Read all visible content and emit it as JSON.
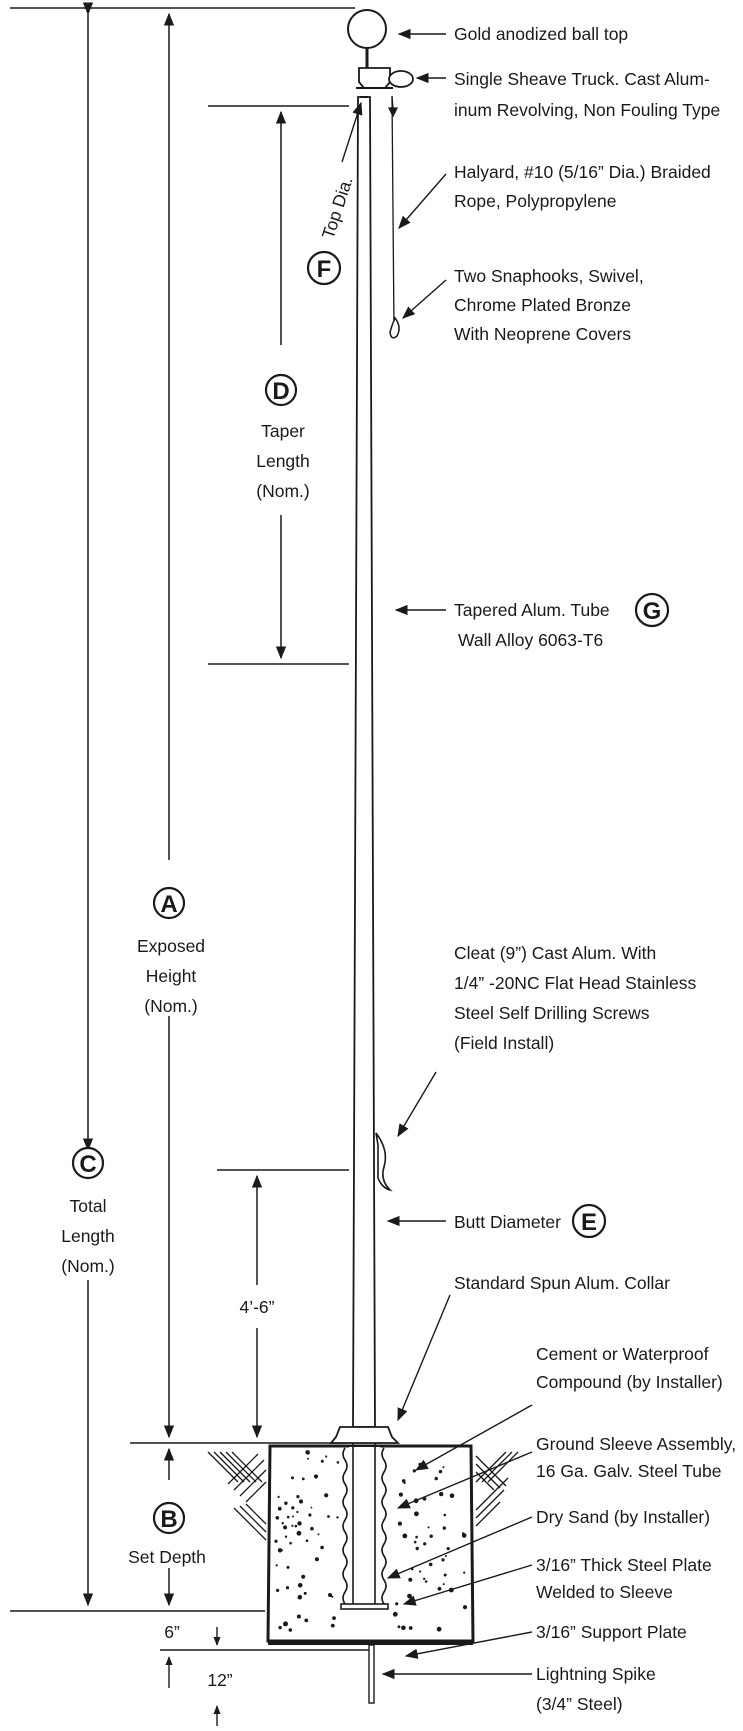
{
  "callouts": {
    "ball_top": [
      "Gold anodized ball top"
    ],
    "truck": [
      "Single Sheave Truck. Cast Alum-",
      "inum Revolving, Non Fouling Type"
    ],
    "halyard": [
      "Halyard, #10 (5/16” Dia.) Braided",
      "Rope, Polypropylene"
    ],
    "snaphooks": [
      "Two Snaphooks, Swivel,",
      "Chrome Plated Bronze",
      "With Neoprene Covers"
    ],
    "tube": [
      "Tapered Alum. Tube",
      "Wall Alloy 6063-T6"
    ],
    "cleat": [
      "Cleat (9”) Cast Alum. With",
      "1/4” -20NC Flat Head Stainless",
      "Steel Self Drilling Screws",
      "(Field Install)"
    ],
    "butt": [
      "Butt Diameter"
    ],
    "collar": [
      "Standard Spun Alum. Collar"
    ],
    "cement": [
      "Cement or Waterproof",
      "Compound (by Installer)"
    ],
    "sleeve": [
      "Ground Sleeve Assembly,",
      "16 Ga. Galv. Steel Tube"
    ],
    "sand": [
      "Dry Sand (by Installer)"
    ],
    "steel_plate": [
      "3/16” Thick Steel Plate",
      "Welded to Sleeve"
    ],
    "support_plate": [
      "3/16” Support Plate"
    ],
    "spike": [
      "Lightning Spike",
      "(3/4” Steel)"
    ]
  },
  "dimensions": {
    "A": {
      "letter": "A",
      "lines": [
        "Exposed",
        "Height",
        "(Nom.)"
      ]
    },
    "B": {
      "letter": "B",
      "lines": [
        "Set Depth"
      ]
    },
    "C": {
      "letter": "C",
      "lines": [
        "Total",
        "Length",
        "(Nom.)"
      ]
    },
    "D": {
      "letter": "D",
      "lines": [
        "Taper",
        "Length",
        "(Nom.)"
      ]
    },
    "E": {
      "letter": "E"
    },
    "F": {
      "letter": "F",
      "lines": [
        "Top Dia."
      ]
    },
    "G": {
      "letter": "G"
    }
  },
  "measures": {
    "height_above_ground": "4’-6”",
    "six_inch": "6”",
    "twelve_inch": "12”"
  }
}
